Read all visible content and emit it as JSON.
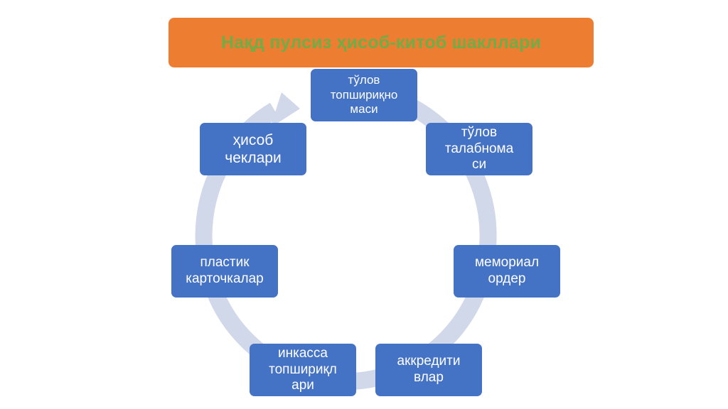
{
  "title": "Нақд пулсиз ҳисоб-китоб шакллари",
  "colors": {
    "title_bg": "#ed7d31",
    "title_text": "#70ad47",
    "node_bg": "#4472c4",
    "node_text": "#ffffff",
    "cycle_arrow": "#d0d8ea"
  },
  "nodes": [
    {
      "label": "тўлов\nтопшириқно\nмаси"
    },
    {
      "label": "тўлов\nталабнома\nси"
    },
    {
      "label": "мемориал\nордер"
    },
    {
      "label": "аккредити\nвлар"
    },
    {
      "label": "инкасса\nтопшириқл\nари"
    },
    {
      "label": "пластик\nкарточкалар"
    },
    {
      "label": "ҳисоб\nчеклари"
    }
  ]
}
